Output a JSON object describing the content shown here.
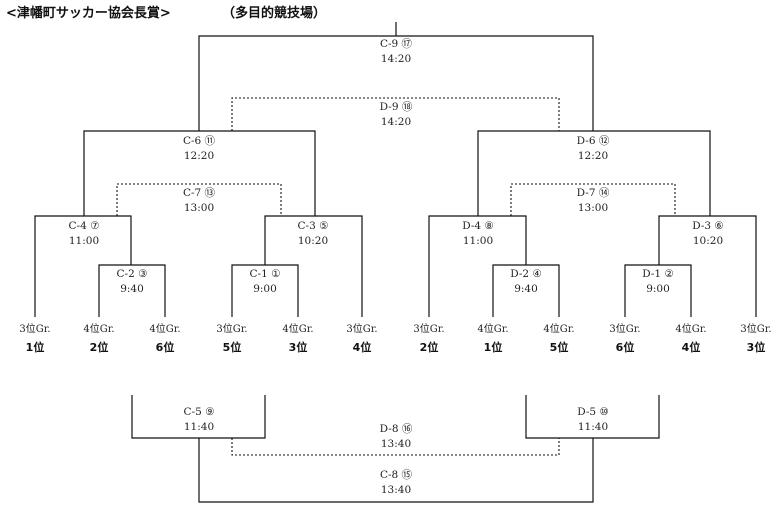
{
  "header": {
    "title": "<津幡町サッカー協会長賞>",
    "venue": "（多目的競技場）"
  },
  "matches": [
    {
      "id": "c9",
      "name": "C-9 ⑰",
      "time": "14:20"
    },
    {
      "id": "d9",
      "name": "D-9 ⑱",
      "time": "14:20"
    },
    {
      "id": "c6",
      "name": "C-6 ⑪",
      "time": "12:20"
    },
    {
      "id": "d6",
      "name": "D-6 ⑫",
      "time": "12:20"
    },
    {
      "id": "c7",
      "name": "C-7 ⑬",
      "time": "13:00"
    },
    {
      "id": "d7",
      "name": "D-7 ⑭",
      "time": "13:00"
    },
    {
      "id": "c4",
      "name": "C-4 ⑦",
      "time": "11:00"
    },
    {
      "id": "c3",
      "name": "C-3 ⑤",
      "time": "10:20"
    },
    {
      "id": "d4",
      "name": "D-4 ⑧",
      "time": "11:00"
    },
    {
      "id": "d3",
      "name": "D-3 ⑥",
      "time": "10:20"
    },
    {
      "id": "c2",
      "name": "C-2 ③",
      "time": "9:40"
    },
    {
      "id": "c1",
      "name": "C-1 ①",
      "time": "9:00"
    },
    {
      "id": "d2",
      "name": "D-2 ④",
      "time": "9:40"
    },
    {
      "id": "d1",
      "name": "D-1 ②",
      "time": "9:00"
    },
    {
      "id": "c5",
      "name": "C-5 ⑨",
      "time": "11:40"
    },
    {
      "id": "d5",
      "name": "D-5 ⑩",
      "time": "11:40"
    },
    {
      "id": "d8",
      "name": "D-8 ⑯",
      "time": "13:40"
    },
    {
      "id": "c8",
      "name": "C-8 ⑮",
      "time": "13:40"
    }
  ],
  "entries": [
    {
      "group": "3位Gr.",
      "rank": "1位"
    },
    {
      "group": "4位Gr.",
      "rank": "2位"
    },
    {
      "group": "4位Gr.",
      "rank": "6位"
    },
    {
      "group": "3位Gr.",
      "rank": "5位"
    },
    {
      "group": "4位Gr.",
      "rank": "3位"
    },
    {
      "group": "3位Gr.",
      "rank": "4位"
    },
    {
      "group": "3位Gr.",
      "rank": "2位"
    },
    {
      "group": "4位Gr.",
      "rank": "1位"
    },
    {
      "group": "4位Gr.",
      "rank": "5位"
    },
    {
      "group": "3位Gr.",
      "rank": "6位"
    },
    {
      "group": "4位Gr.",
      "rank": "4位"
    },
    {
      "group": "3位Gr.",
      "rank": "3位"
    }
  ]
}
